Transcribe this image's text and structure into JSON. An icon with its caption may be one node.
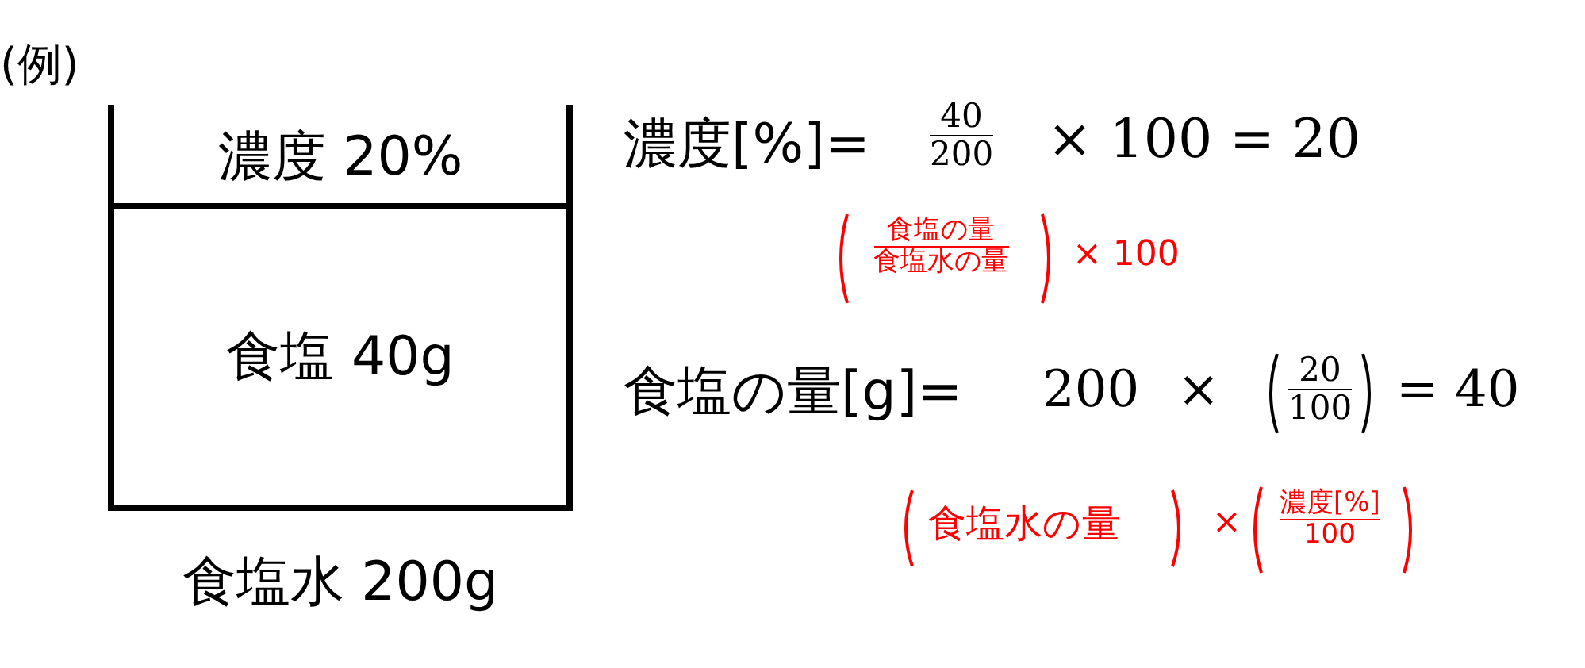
{
  "diagram": {
    "nodes": [
      {
        "text": [
          "濃度 20%"
        ]
      },
      {
        "text": [
          "食塩 40g"
        ],
        "beside": [
          "食塩水 200g"
        ]
      }
    ],
    "edges": [],
    "labels": [
      "(例)",
      "濃度[%]=",
      "40",
      "200",
      "× 100 = 20",
      "食塩の量",
      "食塩水の量",
      "× 100",
      "食塩の量[g]=",
      "200",
      "×",
      "20",
      "100",
      "= 40",
      "食塩水の量",
      "×",
      "濃度[%]",
      "100"
    ]
  }
}
